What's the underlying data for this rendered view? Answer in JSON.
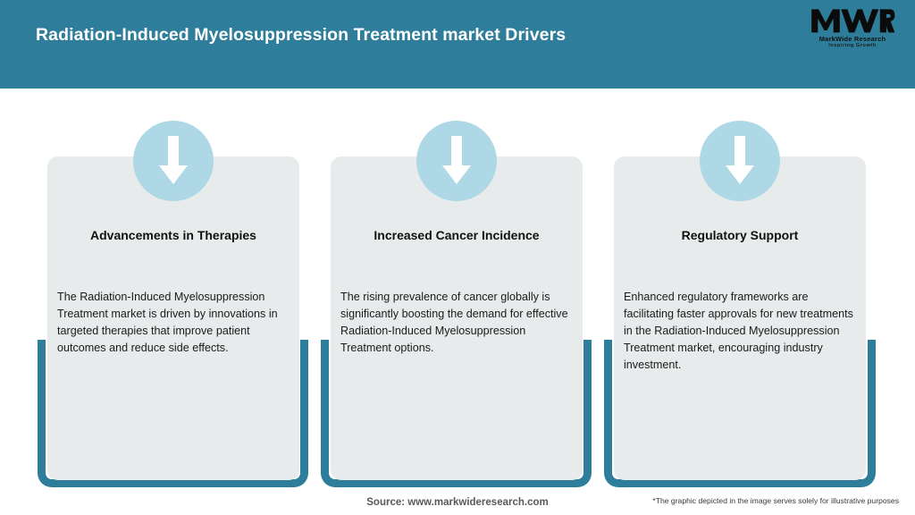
{
  "header": {
    "title": "Radiation-Induced Myelosuppression Treatment market Drivers",
    "background_color": "#2E7E9B",
    "title_color": "#FFFFFF"
  },
  "logo": {
    "mark": "MWR",
    "name": "MarkWide Research",
    "tagline": "Inspiring Growth"
  },
  "theme": {
    "accent_color": "#2E7E9B",
    "card_background": "#E8EBEC",
    "icon_circle_color": "#AED8E6",
    "arrow_color": "#FFFFFF",
    "heading_color": "#111111",
    "body_color": "#1B1B1B"
  },
  "cards": [
    {
      "icon": "arrow-down-icon",
      "heading": "Advancements in Therapies",
      "body": "The Radiation-Induced Myelosuppression Treatment market is driven by innovations in targeted therapies that improve patient outcomes and reduce side effects."
    },
    {
      "icon": "arrow-down-icon",
      "heading": "Increased Cancer Incidence",
      "body": "The rising prevalence of cancer globally is significantly boosting the demand for effective Radiation-Induced Myelosuppression Treatment options."
    },
    {
      "icon": "arrow-down-icon",
      "heading": "Regulatory Support",
      "body": "Enhanced regulatory frameworks are facilitating faster approvals for new treatments in the Radiation-Induced Myelosuppression Treatment market, encouraging industry investment."
    }
  ],
  "footer": {
    "source": "Source: www.markwideresearch.com",
    "disclaimer": "*The graphic depicted in the image serves solely for illustrative purposes"
  }
}
